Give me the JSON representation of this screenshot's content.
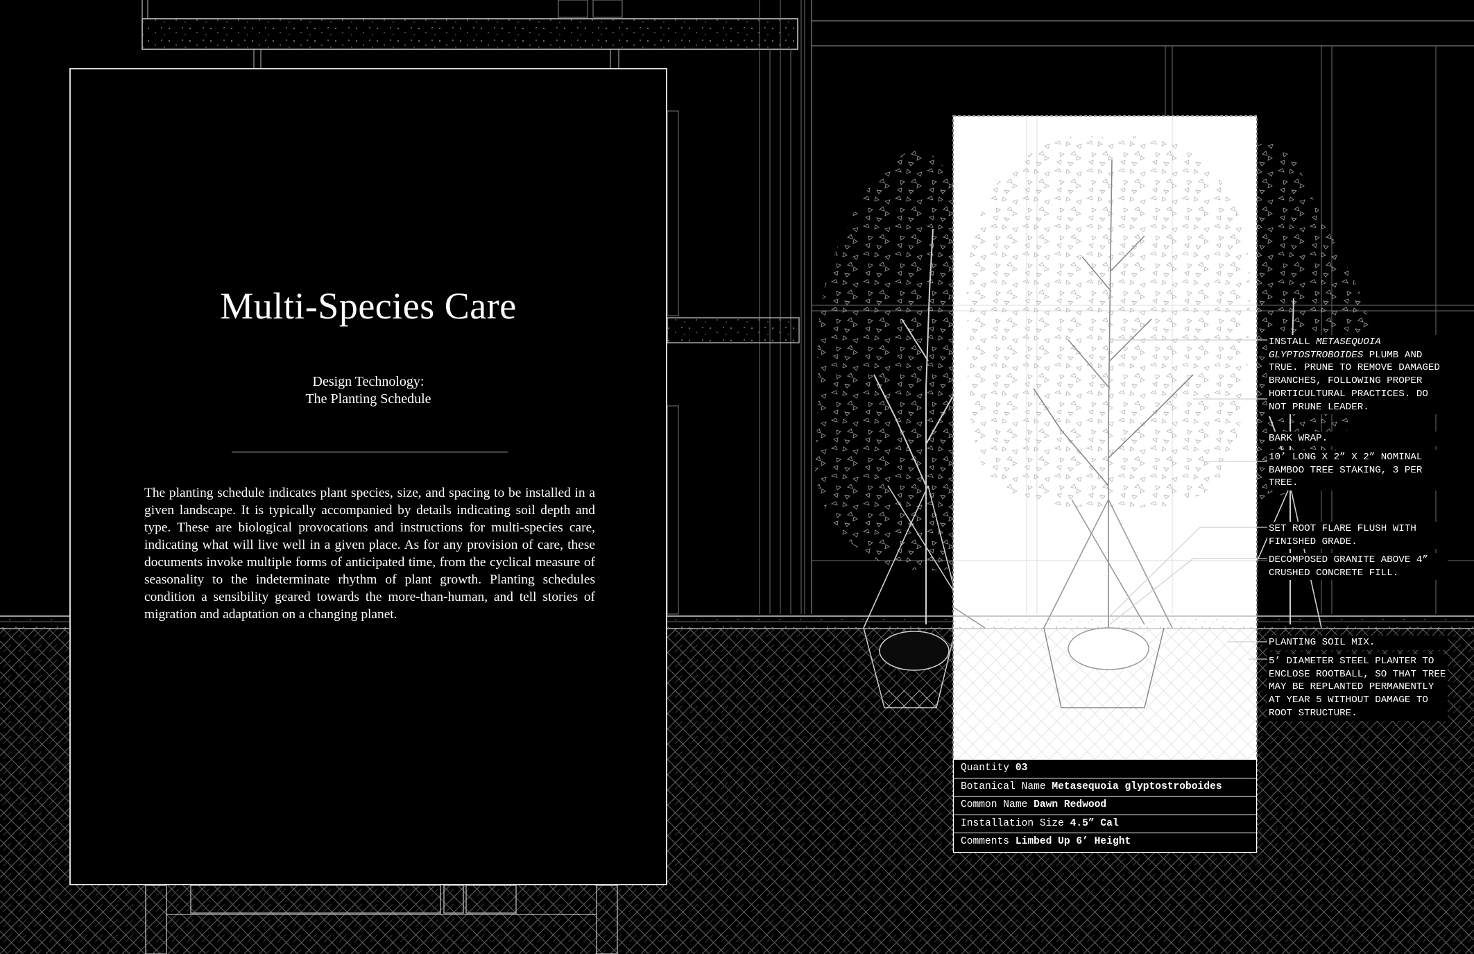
{
  "card": {
    "title": "Multi-Species Care",
    "subtitle_line1": "Design Technology:",
    "subtitle_line2": "The Planting Schedule",
    "body": "The planting schedule indicates plant species, size, and spacing to be installed in a given landscape. It is typically accompanied by details indicating soil depth and type. These are biological provocations and instructions for multi-species care, indicating what will live well in a given place. As for any provision of care, these documents invoke multiple forms of anticipated time, from the cyclical measure of seasonality to the indeterminate rhythm of plant growth. Planting schedules condition a sensibility geared towards the more-than-human, and tell stories of migration and adaptation on a changing planet."
  },
  "notes": {
    "install_prefix": "INSTALL ",
    "install_species": "METASEQUOIA GLYPTOSTROBOIDES",
    "install_rest": " PLUMB AND TRUE. PRUNE TO REMOVE DAMAGED BRANCHES, FOLLOWING PROPER HORTICULTURAL PRACTICES. DO NOT PRUNE LEADER.",
    "bark_wrap": "BARK WRAP.",
    "staking": "10’ LONG X 2” X 2” NOMINAL BAMBOO TREE STAKING, 3 PER TREE.",
    "root_flare": "SET ROOT FLARE FLUSH WITH FINISHED GRADE.",
    "granite": "DECOMPOSED GRANITE ABOVE 4” CRUSHED CONCRETE FILL.",
    "soil_mix": "PLANTING SOIL MIX.",
    "planter": "5’ DIAMETER STEEL PLANTER TO ENCLOSE ROOTBALL, SO THAT TREE MAY BE REPLANTED PERMANENTLY AT YEAR 5 WITHOUT DAMAGE TO ROOT STRUCTURE."
  },
  "schedule": {
    "rows": [
      {
        "label": "Quantity ",
        "value": "03"
      },
      {
        "label": "Botanical Name ",
        "value": "Metasequoia glyptostroboides"
      },
      {
        "label": "Common Name ",
        "value": "Dawn Redwood"
      },
      {
        "label": "Installation Size ",
        "value": "4.5” Cal"
      },
      {
        "label": "Comments ",
        "value": "Limbed Up 6’ Height"
      }
    ]
  }
}
